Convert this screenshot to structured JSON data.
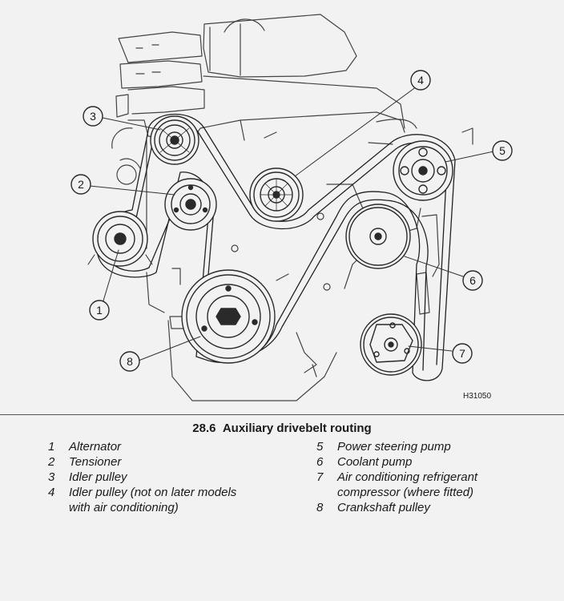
{
  "figure": {
    "code": "H31050",
    "callouts": [
      "1",
      "2",
      "3",
      "4",
      "5",
      "6",
      "7",
      "8"
    ]
  },
  "caption": {
    "number": "28.6",
    "title": "Auxiliary drivebelt routing"
  },
  "legend_left": [
    {
      "num": "1",
      "text": "Alternator"
    },
    {
      "num": "2",
      "text": "Tensioner"
    },
    {
      "num": "3",
      "text": "Idler pulley"
    },
    {
      "num": "4",
      "text": "Idler pulley (not on later models"
    },
    {
      "num": "",
      "text": "with air conditioning)"
    }
  ],
  "legend_right": [
    {
      "num": "5",
      "text": "Power steering pump"
    },
    {
      "num": "6",
      "text": "Coolant pump"
    },
    {
      "num": "7",
      "text": "Air conditioning refrigerant"
    },
    {
      "num": "",
      "text": "compressor (where fitted)"
    },
    {
      "num": "8",
      "text": "Crankshaft pulley"
    }
  ]
}
